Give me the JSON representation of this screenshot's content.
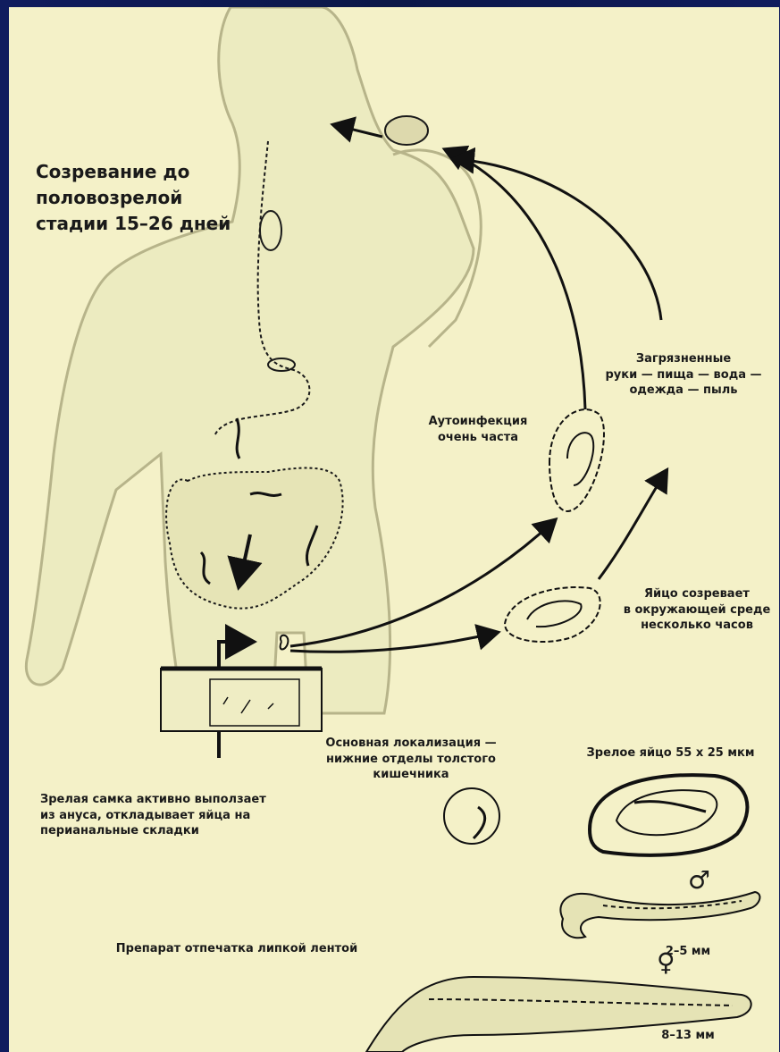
{
  "diagram": {
    "maturation_label": "Созревание до\nполовозрелой\nстадии 15–26 дней",
    "contaminated_label": "Загрязненные\nруки — пища — вода —\nодежда — пыль",
    "autoinfection_label": "Аутоинфекция\nочень часта",
    "egg_matures_label": "Яйцо созревает\nв окружающей среде\nнесколько часов",
    "localization_label": "Основная локализация —\nнижние отделы толстого\nкишечника",
    "mature_egg_label": "Зрелое яйцо 55 х 25 мкм",
    "female_crawls_label": "Зрелая самка активно выползает\nиз ануса, откладывает яйца на\nперианальные складки",
    "tape_label": "Препарат отпечатка липкой лентой",
    "male_symbol": "♂",
    "female_symbol": "♀",
    "male_size": "2–5 мм",
    "female_size": "8–13 мм"
  }
}
